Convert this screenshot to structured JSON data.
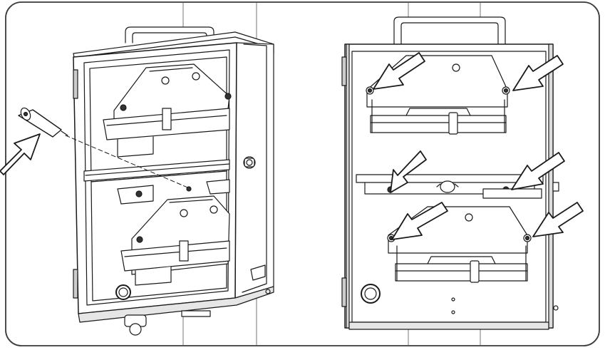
{
  "figure": {
    "panels": [
      {
        "name": "left-panel",
        "content": "open-enclosure-with-screw-insertion"
      },
      {
        "name": "right-panel",
        "content": "enclosure-front-view-fastener-points"
      }
    ],
    "arrow_count": 7,
    "colors": {
      "frame": "#3a3a3a",
      "line": "#1a1a1a",
      "pole": "#777777",
      "fill": "#ffffff",
      "shade": "#cfcfcf",
      "arrow_fill": "#ffffff"
    },
    "icons": [
      "screw-icon",
      "callout-arrow-icon"
    ]
  }
}
